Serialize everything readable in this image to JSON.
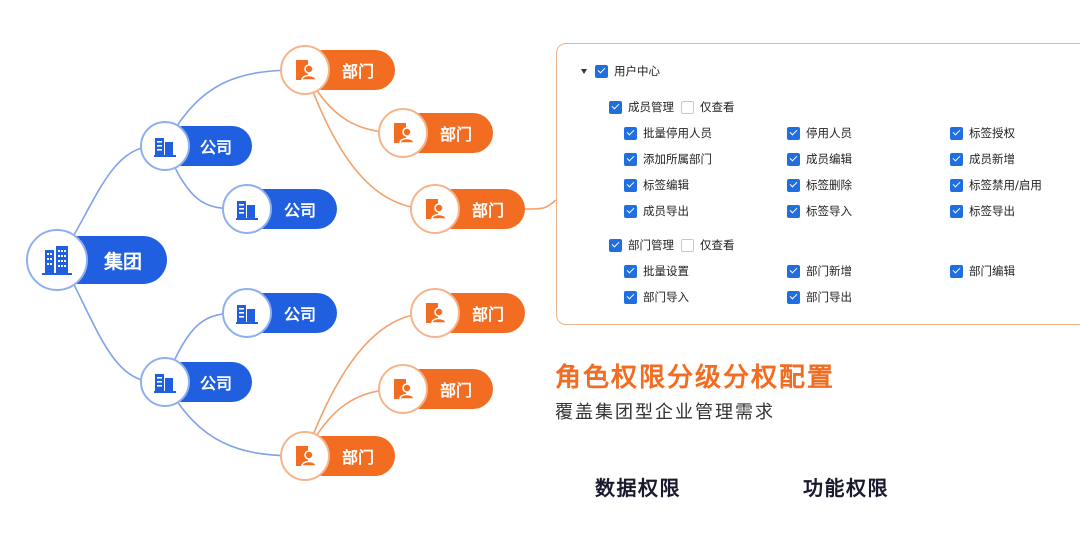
{
  "tree": {
    "root": {
      "label": "集团"
    },
    "companies": [
      {
        "label": "公司"
      },
      {
        "label": "公司"
      },
      {
        "label": "公司"
      },
      {
        "label": "公司"
      }
    ],
    "departments": [
      {
        "label": "部门"
      },
      {
        "label": "部门"
      },
      {
        "label": "部门"
      },
      {
        "label": "部门"
      },
      {
        "label": "部门"
      },
      {
        "label": "部门"
      }
    ],
    "colors": {
      "company": "#1f5fe0",
      "department": "#f26d21"
    }
  },
  "panel": {
    "root_label": "用户中心",
    "groups": [
      {
        "label": "成员管理",
        "view_only_label": "仅查看",
        "items": [
          "批量停用人员",
          "停用人员",
          "标签授权",
          "添加所属部门",
          "成员编辑",
          "成员新增",
          "标签编辑",
          "标签删除",
          "标签禁用/启用",
          "成员导出",
          "标签导入",
          "标签导出"
        ]
      },
      {
        "label": "部门管理",
        "view_only_label": "仅查看",
        "items": [
          "批量设置",
          "部门新增",
          "部门编辑",
          "部门导入",
          "部门导出"
        ]
      }
    ]
  },
  "headline": "角色权限分级分权配置",
  "subline": "覆盖集团型企业管理需求",
  "bottom_labels": {
    "data_permission": "数据权限",
    "function_permission": "功能权限"
  }
}
